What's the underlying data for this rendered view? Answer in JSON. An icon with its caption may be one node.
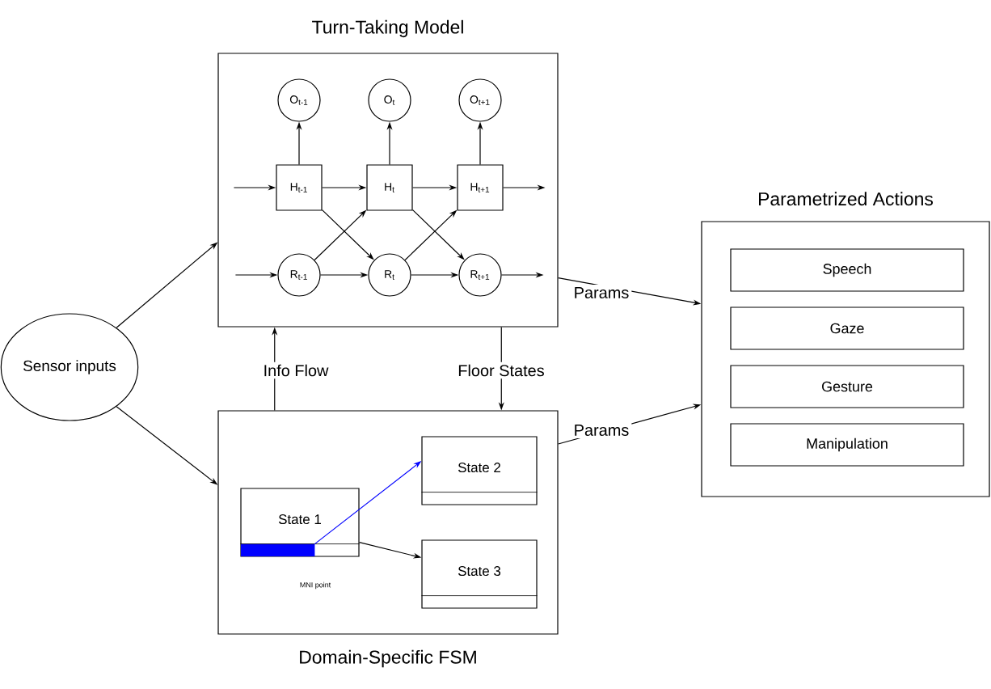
{
  "diagram": {
    "nodes": [
      {
        "text": [
          "Sensor inputs"
        ]
      },
      {
        "text": [
          "Turn-Taking Model"
        ]
      },
      {
        "text": [
          "O$_{t-1}$"
        ],
        "in": 1
      },
      {
        "text": [
          "O$_{t}$"
        ],
        "in": 1
      },
      {
        "text": [
          "O$_{t+1}$"
        ],
        "in": 1
      },
      {
        "text": [
          "H$_{t-1}$"
        ],
        "in": 1
      },
      {
        "text": [
          "H$_{t}$"
        ],
        "in": 1
      },
      {
        "text": [
          "H$_{t+1}$"
        ],
        "in": 1
      },
      {
        "text": [
          "R$_{t-1}$"
        ],
        "in": 1
      },
      {
        "text": [
          "R$_{t}$"
        ],
        "in": 1
      },
      {
        "text": [
          "R$_{t+1}$"
        ],
        "in": 1
      },
      {
        "text": [
          "Domain-Specific FSM"
        ]
      },
      {
        "text": [
          "State 1"
        ],
        "in": 11
      },
      {
        "text": [
          "State 2"
        ],
        "in": 11
      },
      {
        "text": [
          "State 3"
        ],
        "in": 11
      },
      {
        "text": [
          "Parametrized Actions"
        ]
      },
      {
        "text": [
          "Speech"
        ],
        "in": 15
      },
      {
        "text": [
          "Gaze"
        ],
        "in": 15
      },
      {
        "text": [
          "Gesture"
        ],
        "in": 15
      },
      {
        "text": [
          "Manipulation"
        ],
        "in": 15
      }
    ],
    "edges": [
      {
        "from": 0,
        "to": 1,
        "arrow": "to"
      },
      {
        "from": 0,
        "to": 11,
        "arrow": "to"
      },
      {
        "from": null,
        "to": 5,
        "arrow": "to"
      },
      {
        "from": 5,
        "to": 6,
        "arrow": "to"
      },
      {
        "from": 6,
        "to": 7,
        "arrow": "to"
      },
      {
        "from": 7,
        "to": null,
        "arrow": "to"
      },
      {
        "from": null,
        "to": 8,
        "arrow": "to"
      },
      {
        "from": 8,
        "to": 9,
        "arrow": "to"
      },
      {
        "from": 9,
        "to": 10,
        "arrow": "to"
      },
      {
        "from": 10,
        "to": null,
        "arrow": "to"
      },
      {
        "from": 5,
        "to": 2,
        "arrow": "to"
      },
      {
        "from": 6,
        "to": 3,
        "arrow": "to"
      },
      {
        "from": 7,
        "to": 4,
        "arrow": "to"
      },
      {
        "from": 5,
        "to": 9,
        "arrow": "to"
      },
      {
        "from": 8,
        "to": 6,
        "arrow": "to"
      },
      {
        "from": 6,
        "to": 10,
        "arrow": "to"
      },
      {
        "from": 9,
        "to": 7,
        "arrow": "to"
      },
      {
        "from": 11,
        "to": 1,
        "arrow": "to",
        "label": "Info Flow"
      },
      {
        "from": 1,
        "to": 11,
        "arrow": "to",
        "label": "Floor States"
      },
      {
        "from": 1,
        "to": 15,
        "arrow": "to",
        "label": "Params"
      },
      {
        "from": 11,
        "to": 15,
        "arrow": "to",
        "label": "Params"
      },
      {
        "from": 12,
        "to": 13,
        "arrow": "to",
        "color": "#0000ff"
      },
      {
        "from": 12,
        "to": 14,
        "arrow": "to"
      }
    ],
    "labels": [
      "MNI point"
    ]
  }
}
